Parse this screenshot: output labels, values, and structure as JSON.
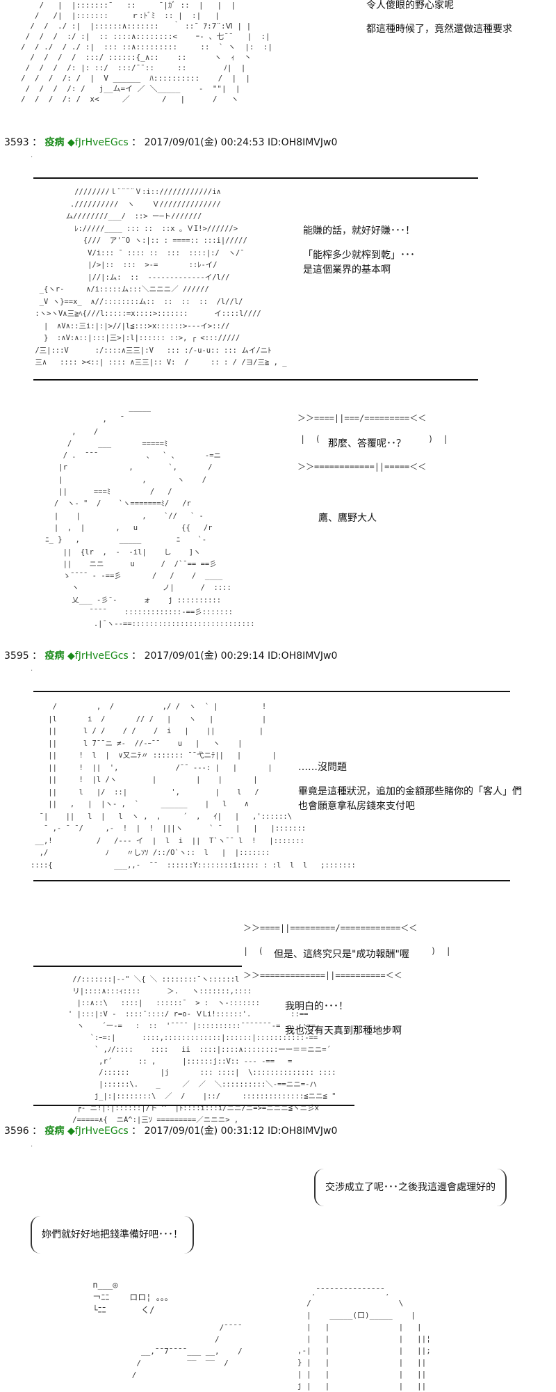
{
  "section1": {
    "lines": [
      "令人傻眼的野心家呢",
      "都這種時候了，竟然還做這種要求"
    ],
    "art": "    /   |  |:::::::¯   ::     ¯|ｶﾞ ::  |   |  |\n   /   /|  |:::::::     ｒ:ﾄﾞﾐ  :: |  :|   |\n  /  /  ./ :|  |::::::∧:::::::   ｀ ::¯ ｱ:7¨:Ⅵ | |\n /  /  /  :/ :|  :: ::::∧::::::::<    ｰ- 、七¯¯   |  :|\n/  / ./  / ./ :|  ::: ::∧:::::::::     ::  ` ヽ  |:  :|\n  /  /  /  /  :::/ ::::::{_∧::    ::      ヽ  ｨ  丶\n /  /  /  /: |: ::/  :::/¯¯::     ::        ﾉ|  |\n/  /  /  /: /  |  V ______  ﾊ::::::::::    /  |  |\n /  /  /  /: /   j__ム=イ ／ ＼_____    -  \"\"|  |\n/  /  /  /: /  x<     ／       /   |      /   ヽ"
  },
  "post3593": {
    "num": "3593",
    "name": "疫病",
    "trip": "◆fJrHveEGcs",
    "time": "2017/09/01(金) 00:24:53",
    "id": "ID:OH8IMVJw0"
  },
  "section2": {
    "line1": "能賺的話，就好好賺･･･！",
    "line2": "「能榨多少就榨到乾」･･･",
    "line3": "是這個業界的基本啊",
    "art": "          ////////ｌ¨¨¨¨Ⅴ:i::////////////i∧\n         .//////////  ヽ    Ｖ//////////////\n        ム////////___/  ::> ー─ト///////\n          ﾚ://///____ ::: ::  ::x 。ＶI!>//////>\n            {///  ア'¨O ヽ:|:: : ====:: :::i|/////\n             V/i::: ¯ :::: ::  :::  ::::|:/  ヽ/¯\n             |/>|::  :::  >-=       ::ﾚ-イ/\n             |//|:ム:  ::  -------------イ/l//\n  _{ヽr-     ∧/i:::::ム:::＼ニニニ／ //////\n  _V ヽ}==x_  ∧//::::::::ム::  ::  ::  ::  /l//l/\n :ヽ>ヽV∧三≧ﾍ{///l:::::=x::::>:::::::      イ::::l////\n   |  ∧V∧::三i:|:|>//|l≦:::>x::::::>---イ>:://\n   }  :∧V:∧::|:::|三>|:l|:::::: ::>, ┌ <::://///\n /三|:::V      :/::::∧三三|:V   ::: :/-u-u:: ::: ムイ/ニﾄ\n 三∧   :::: ><::| :::: ∧三三|:: V:  /     :: : / /ヨ/三≧ , _"
  },
  "section3": {
    "bubble_top": "＞＞====||===/=========＜＜",
    "bubble_text": "那麼、答覆呢･･？",
    "bubble_bottom": "＞＞============||=====＜＜",
    "caption": "鷹、鷹野大人",
    "art": "                       _____\n                 ,   ¯\n          ,    /\n         /      ___       =====ﾐ\n        / .  ¯¯¯           、  ` 、      -=ニ\n       |r              ,        `,       /\n       |                  ,       ヽ    /\n       ||      ===ﾐ         /   /\n      /  ヽ- \"  /    `ヽ=======ﾐ/   /r\n      |    |              ,    `//   ` ‐\n      |  ,  |       ,   u          {{   /r\n    ﾆ_ }   ,         _____        ﾆ    `‐\n        ||  {lr  ,  -  -il|    し    ]ヽ\n        ||    ニニ      u      /  /`¯== ==彡\n        ゝ¯¯¯¯ ‐ -==彡       /   /    /  ____\n          ヽ                   ノ|      /  ::::\n          乂___ -彡¯-      ォ    j ::::::::::\n              ¯¯¯¯    :::::::::::::-==彡:::::::\n               .|¯ヽ--==::::::::::::::::::::::::::::"
  },
  "post3595": {
    "num": "3595",
    "name": "疫病",
    "trip": "◆fJrHveEGcs",
    "time": "2017/09/01(金) 00:29:14",
    "id": "ID:OH8IMVJw0"
  },
  "section4": {
    "line1": "……沒問題",
    "line2": "畢竟是這種狀況，追加的金額那些賭你的「客人」們",
    "line3": "也會願意拿私房錢來支付吧",
    "art": "     /         ,  /           ,/ /  ヽ  ` |          !\n    |l       i  /       // /   |    ヽ   |           |\n    ||      l / /    / /    /  i   |    ||          |\n    ||      l 7¯¯ニ ≠-  //-ｰ¯¯    u   |   ヽ    |\n    ||     !  l  |  ∨又ニﾃ〃 ::::::: ¯¯弋ニﾃ||   |       |\n    ||     !  ||  ',             /¯¯ ---: |   |       |\n    ||     !  |l /ヽ        |         |    |       |\n    ||     l   |/  ::|          ',        |    l   /\n    ||   ,   |  |ヽ- ,  `     ______    |   l    ∧\n  ¯|    ||   l  |   l  ヽ ,  ,     ´  ,   ｲ|   |   ,'::::::\\\n   ¯ ,- ¯ ¯/     ,-  !  |  !  |||ヽ      ` ¯   |   |   |:::::::\n __,!          /   /--‐ イ  |  l  i  ||  T`ヽ¯¯ l  !   |:::::::\n  ,/             ﾉ    〃しｿｿ /::/O`ヽ::  l   |  |:::::::\n::::{              ___,,-  ¯¯  ::::::Y::::::::i::::: : :l  l  l   ;:::::::"
  },
  "section5": {
    "bubble_top": "＞＞====||=========/============＜＜",
    "bubble_text": "但是、這終究只是\"成功報酬\"喔",
    "bubble_bottom": "＞＞=============||==========＜＜",
    "line1": "我明白的･･･！",
    "line2": "我也沒有天真到那種地步啊",
    "art": "       //:::::::|-‐\" ＼{ ＼ ::::::::¯ヽ::::::l\n       リ|::::∧:::ｨ::::      ＞.   ヽ:::::::,::::\n        |::∧::\\   ::::|   ::::::¯  > :  ヽ-:::::::\n      ' |:::|:V -  ::::¯::::/ r=o- ＶLi!::::::'.         ::==\n        ヽ    ´ー‐=   :  ::  '¯¯¯¯ |::::::::::¯¯¯¯¯¯¯-=    ::==\n           `:ｰ=:|      ::::,:::::::::::::|::::::|:::::::::::-==\n            ` ,ﾉ/::::    ::::   ii  ::::|::::∧::::::::ーー＝＝ニニ=´\n             ,r´      :: ,      |::::::j::V:: --‐ -==   =\n             /::::::       |j       ::: ::::|  \\:::::::::::::: ::::\n             |::::::\\.    _     ／  ／  ＼::::::::::＼-==ニニ=-ハ\n            j_|:|::::::::\\  ／  /    |::/     ::::::::::::::≦ニニ≦ \"\n        ┍-¯ニ!|:|::::::|/ト ^  |ﾄ::::i:::i/ニニ/ニ=>=ニニニ≦ヽニ彡x\n       /=====∧{  ニA^:|三ｿ =========／ニニニ> ,\n"
  },
  "post3596": {
    "num": "3596",
    "name": "疫病",
    "trip": "◆fJrHveEGcs",
    "time": "2017/09/01(金) 00:31:12",
    "id": "ID:OH8IMVJw0"
  },
  "section6": {
    "bubble_right": "交涉成立了呢･･･之後我這邊會處理好的",
    "bubble_left": "妳們就好好地把錢準備好吧･･･！",
    "art_left": "      n___◎\n      ￢ﾆﾆ    ロロ¦ 。。。\n      └ﾆﾆ       く/",
    "art_bottom": "                         /¯¯¯¯\n                        /\n        __,¯¯7¯¯¯¯___ __,    /\n       /          ‾‾  ‾‾  /\n      /",
    "art_right": "      ¸¯¯¯¯¯¯¯¯¯¯¯¯¯¯¯¸\n     /                   \\\n     |    _____(口)_____    |\n     |   |               |   |\n     |   |               |   ||¦\n   ,-|   |               |   ||;\n   } |   |               |   ||\n   | |   |               |   ||\n   j |   |               |   ||"
  }
}
